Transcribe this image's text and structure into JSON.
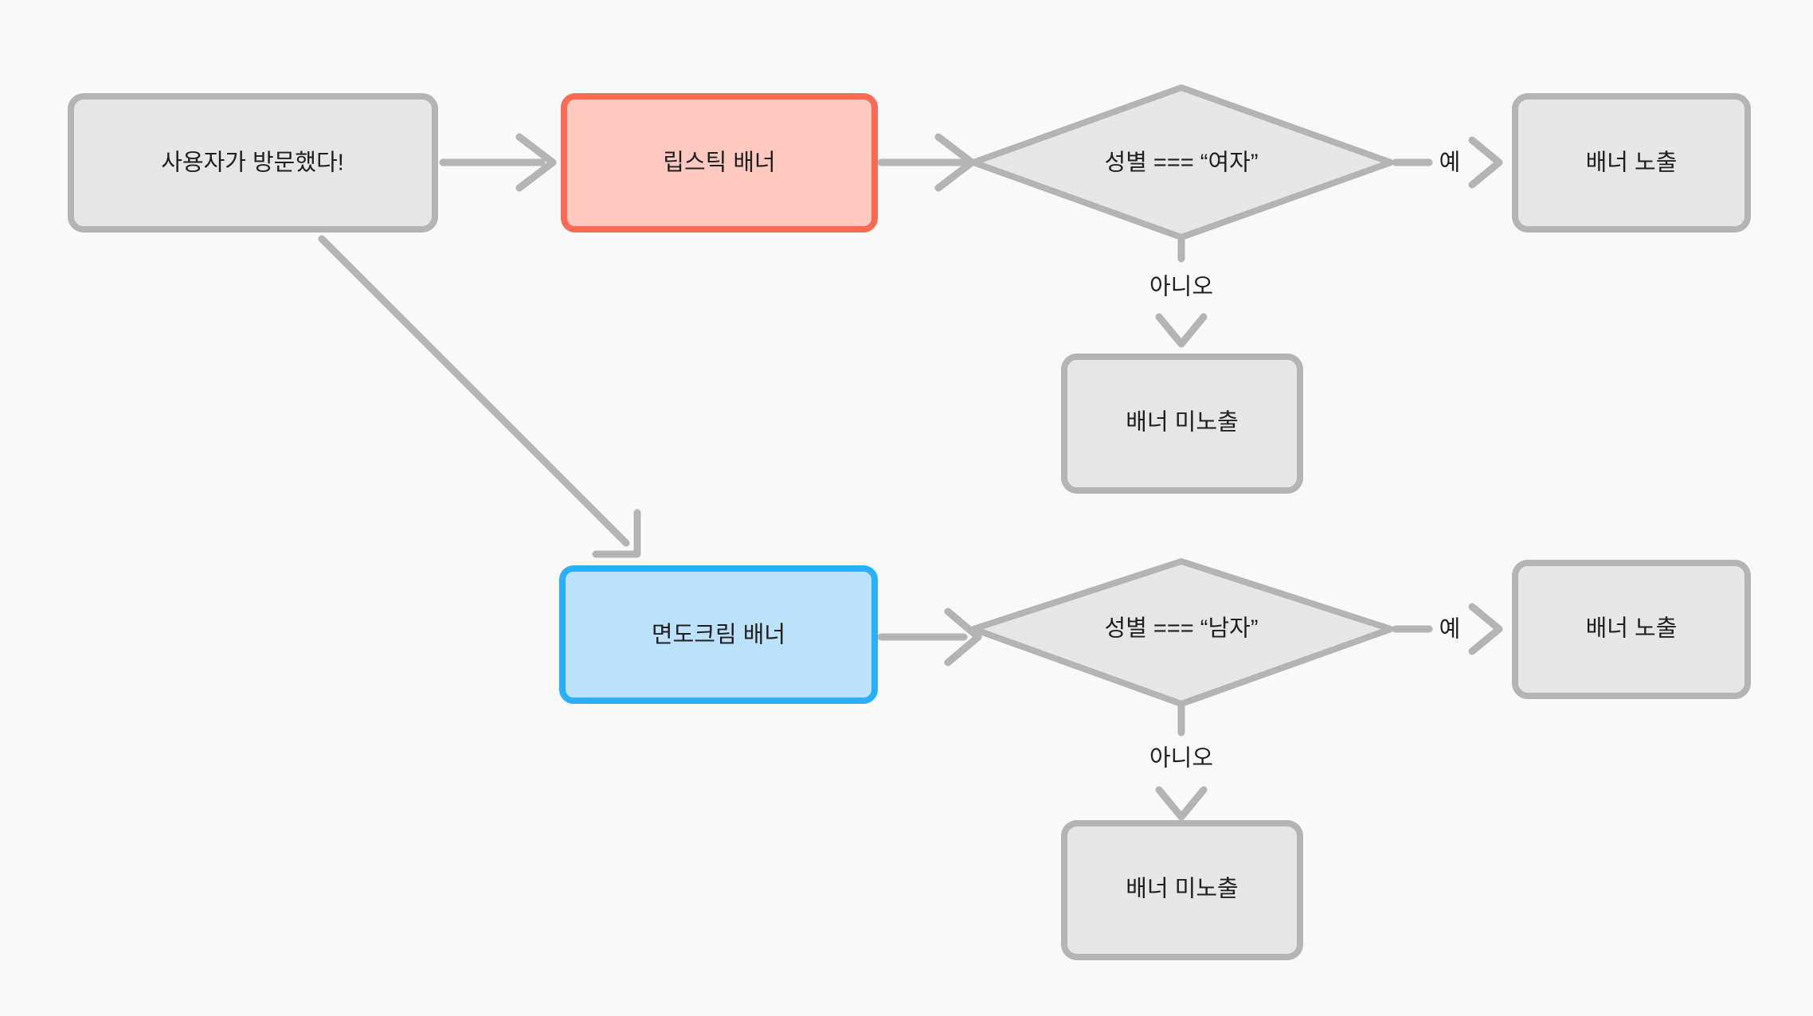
{
  "diagram": {
    "type": "flowchart",
    "title": "",
    "background_color": "#F9F9F9",
    "palette": {
      "gray_fill": "#E6E6E6",
      "gray_stroke": "#B4B4B4",
      "red_fill": "#FFC9C0",
      "red_stroke": "#FA6B55",
      "blue_fill": "#BBE1FB",
      "blue_stroke": "#29B0F8",
      "text": "#1F1F1F",
      "connector": "#B4B4B4"
    },
    "nodes": [
      {
        "id": "start",
        "label": "사용자가 방문했다!",
        "shape": "rounded-rect",
        "style": "gray"
      },
      {
        "id": "lipstick",
        "label": "립스틱 배너",
        "shape": "rounded-rect",
        "style": "red"
      },
      {
        "id": "cond_female",
        "label": "성별 === “여자”",
        "shape": "diamond",
        "style": "gray"
      },
      {
        "id": "show_female",
        "label": "배너 노출",
        "shape": "rounded-rect",
        "style": "gray"
      },
      {
        "id": "hide_female",
        "label": "배너 미노출",
        "shape": "rounded-rect",
        "style": "gray"
      },
      {
        "id": "shavecream",
        "label": "면도크림 배너",
        "shape": "rounded-rect",
        "style": "blue"
      },
      {
        "id": "cond_male",
        "label": "성별 === “남자”",
        "shape": "diamond",
        "style": "gray"
      },
      {
        "id": "show_male",
        "label": "배너 노출",
        "shape": "rounded-rect",
        "style": "gray"
      },
      {
        "id": "hide_male",
        "label": "배너 미노출",
        "shape": "rounded-rect",
        "style": "gray"
      }
    ],
    "edges": [
      {
        "from": "start",
        "to": "lipstick",
        "label": ""
      },
      {
        "from": "start",
        "to": "shavecream",
        "label": ""
      },
      {
        "from": "lipstick",
        "to": "cond_female",
        "label": ""
      },
      {
        "from": "cond_female",
        "to": "show_female",
        "label": "예"
      },
      {
        "from": "cond_female",
        "to": "hide_female",
        "label": "아니오"
      },
      {
        "from": "shavecream",
        "to": "cond_male",
        "label": ""
      },
      {
        "from": "cond_male",
        "to": "show_male",
        "label": "예"
      },
      {
        "from": "cond_male",
        "to": "hide_male",
        "label": "아니오"
      }
    ],
    "edge_labels": {
      "yes_top": "예",
      "no_top": "아니오",
      "yes_bottom": "예",
      "no_bottom": "아니오"
    }
  }
}
